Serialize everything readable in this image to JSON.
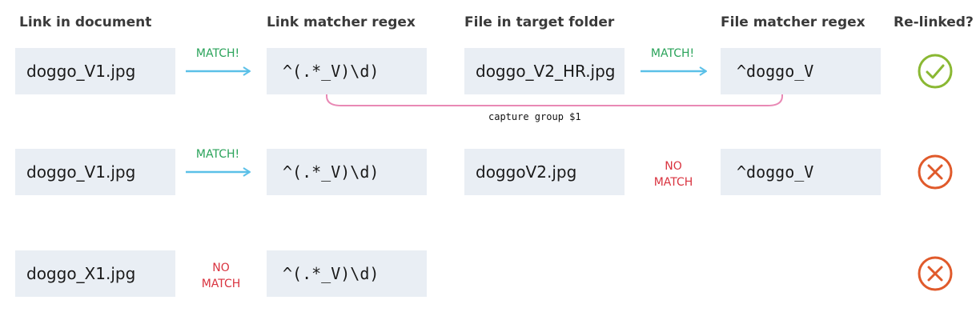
{
  "headers": [
    "Link in document",
    "Link matcher regex",
    "File in target folder",
    "File matcher regex",
    "Re-linked?"
  ],
  "rows": [
    {
      "link": "doggo_V1.jpg",
      "link_result": "MATCH!",
      "link_regex": "^(.*_V)\\d)",
      "file": "doggo_V2_HR.jpg",
      "file_result": "MATCH!",
      "file_regex": "^doggo_V",
      "relinked": "check-icon"
    },
    {
      "link": "doggo_V1.jpg",
      "link_result": "MATCH!",
      "link_regex": "^(.*_V)\\d)",
      "file": "doggoV2.jpg",
      "file_result": "NO MATCH",
      "file_regex": "^doggo_V",
      "relinked": "x-icon"
    },
    {
      "link": "doggo_X1.jpg",
      "link_result": "NO MATCH",
      "link_regex": "^(.*_V)\\d)",
      "relinked": "x-icon"
    }
  ],
  "capture_label": "capture group $1",
  "colors": {
    "box": "#e9eef4",
    "match": "#2aa35a",
    "nomatch": "#d9333f",
    "arrow": "#5bc0e8",
    "capture": "#e989b5",
    "success": "#8ab833",
    "fail": "#e05a2b"
  }
}
